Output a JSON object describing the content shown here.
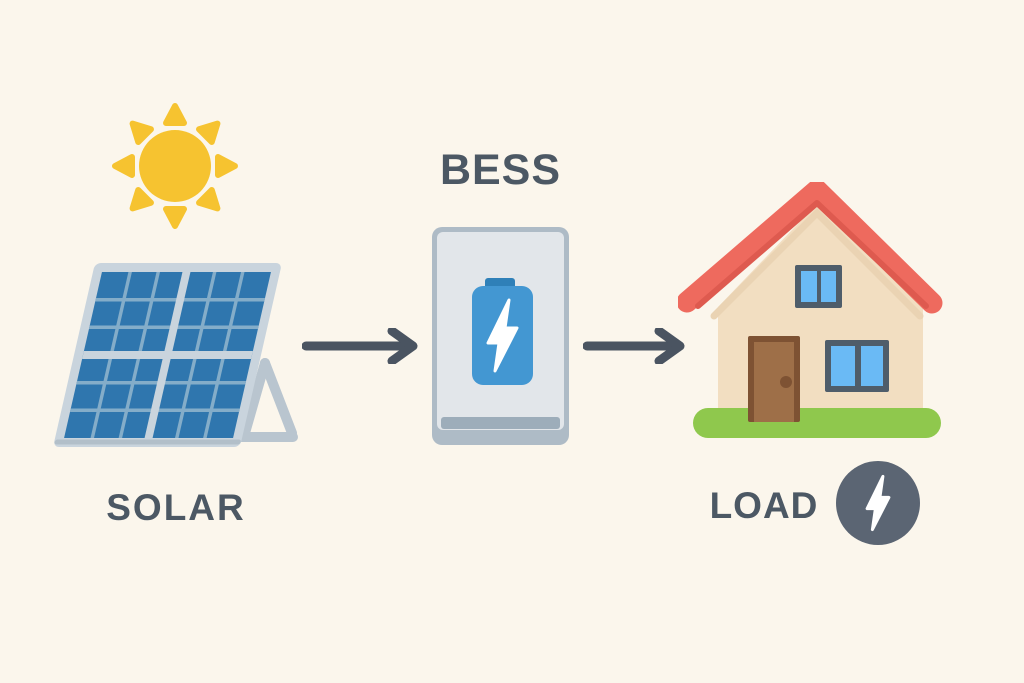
{
  "diagram": {
    "type": "energy-flow",
    "nodes": [
      {
        "id": "solar",
        "label": "SOLAR",
        "icon": "solar-panel-icon",
        "secondary_icon": "sun-icon"
      },
      {
        "id": "bess",
        "label": "BESS",
        "icon": "battery-icon"
      },
      {
        "id": "load",
        "label": "LOAD",
        "icon": "house-icon",
        "secondary_icon": "lightning-bolt-badge-icon"
      }
    ],
    "connections": [
      {
        "from": "solar",
        "to": "bess",
        "style": "right-arrow"
      },
      {
        "from": "bess",
        "to": "load",
        "style": "right-arrow"
      }
    ]
  },
  "colors": {
    "background": "#FBF6EC",
    "text": "#4C5864",
    "arrow": "#4A5461",
    "sun": "#F6C330",
    "panel_frame": "#C9D4DD",
    "panel_frame_shade": "#B2BFC9",
    "panel_cell": "#2F76AE",
    "panel_grid": "#84ADC9",
    "panel_stand": "#B9C5CF",
    "bess_box_border": "#AEBBC6",
    "bess_box_fill": "#E2E6EA",
    "bess_box_strip": "#9DADBA",
    "battery_blue": "#4397D2",
    "battery_terminal": "#2F80B8",
    "roof_red": "#EE6A5E",
    "roof_red_dark": "#DE5A4F",
    "wall_tan": "#F2DEC1",
    "wall_shade": "#EAD3B3",
    "window_frame": "#4F5D6A",
    "window_pane": "#6ABAF5",
    "door_brown": "#9E6F48",
    "door_border": "#7E5233",
    "grass_green": "#8FC84D",
    "load_badge": "#5B6573"
  }
}
